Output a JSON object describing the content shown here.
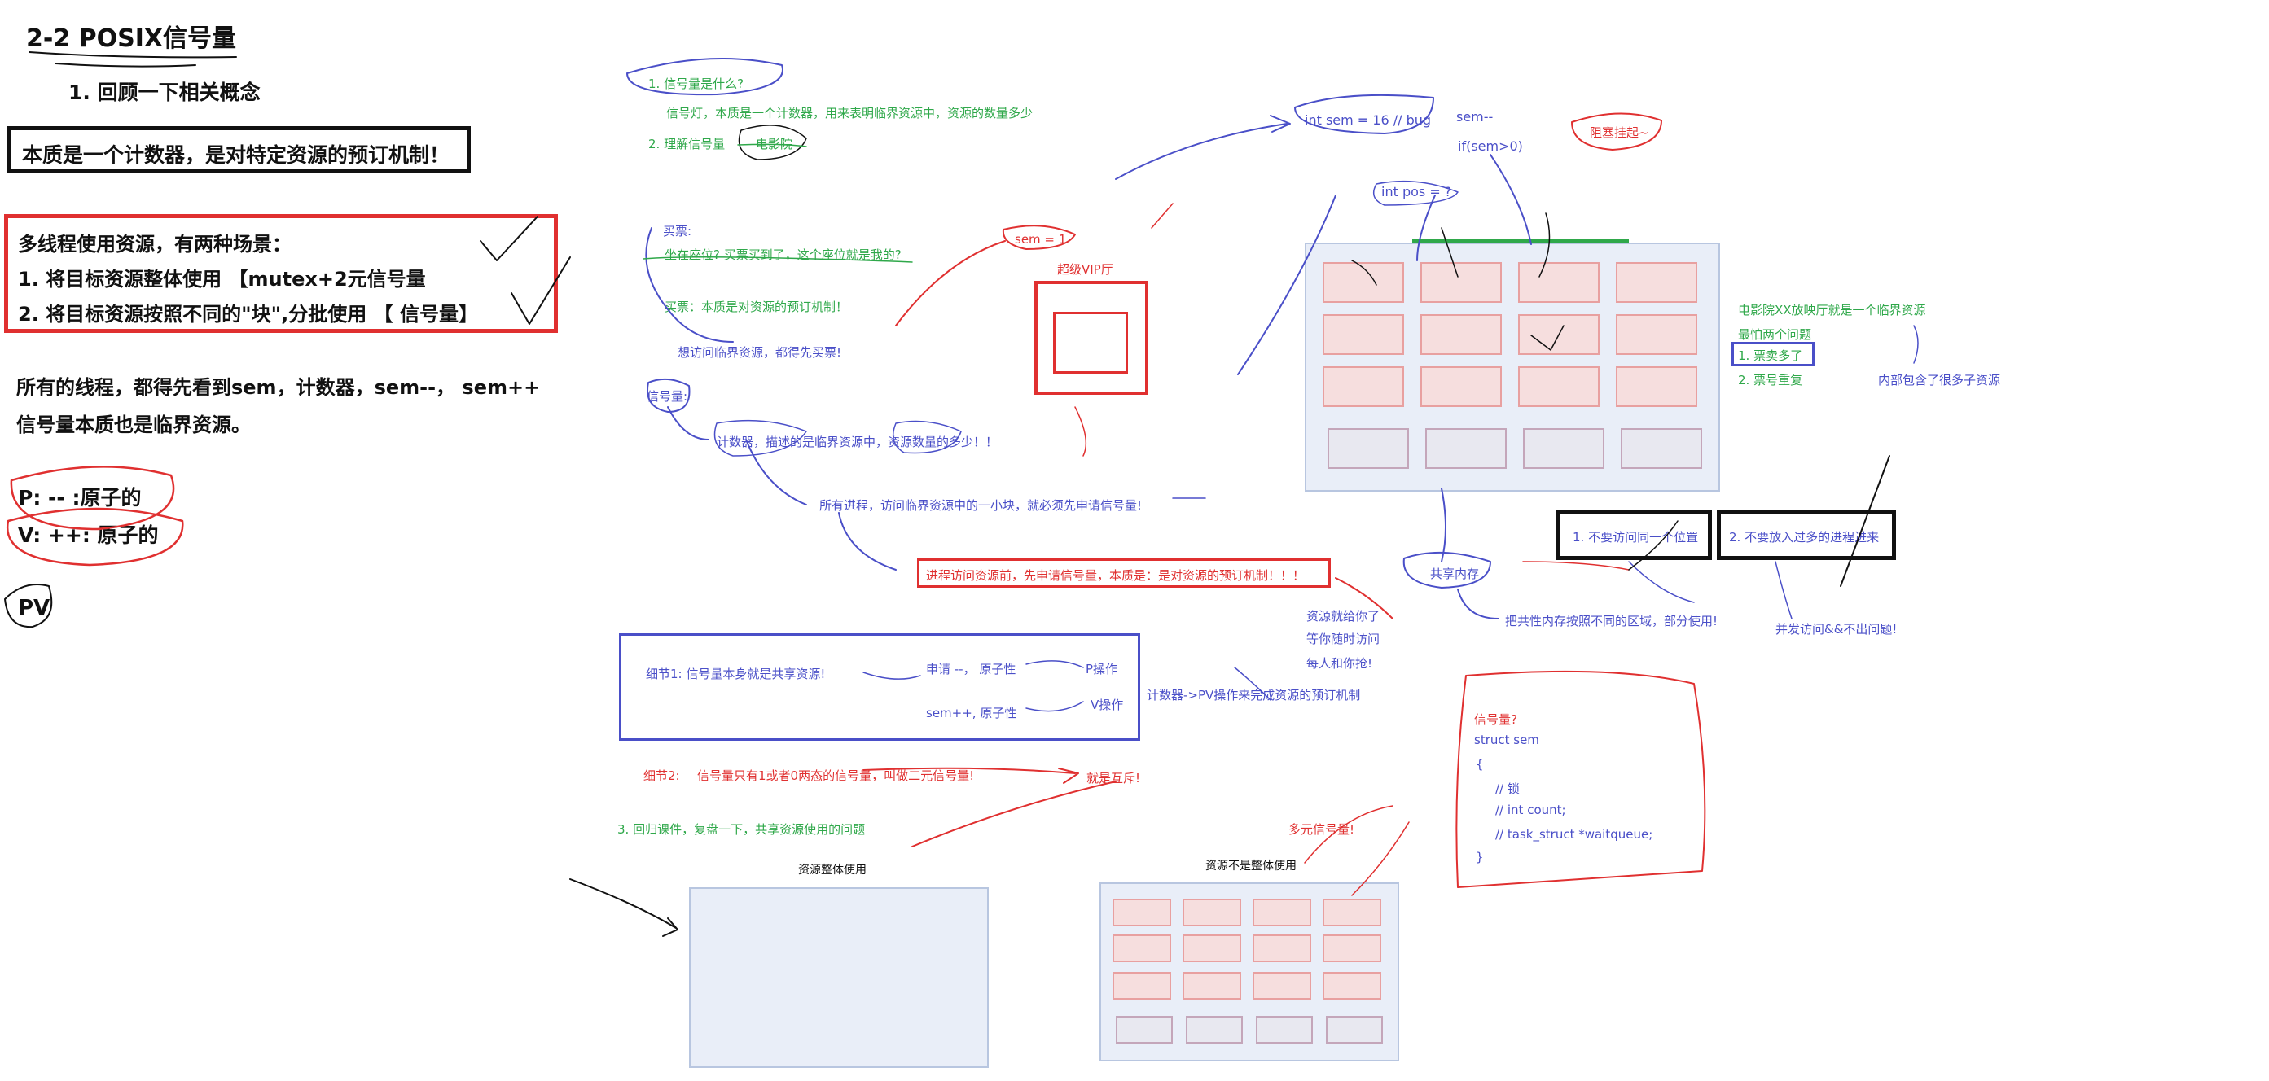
{
  "left": {
    "title": "2-2 POSIX信号量",
    "subtitle": "1. 回顾一下相关概念",
    "essence": "本质是一个计数器，是对特定资源的预订机制！",
    "scenarios_title": "多线程使用资源，有两种场景：",
    "scenario1": "1. 将目标资源整体使用 【mutex+2元信号量",
    "scenario2": "2. 将目标资源按照不同的\"块\",分批使用 【 信号量】",
    "all_threads_line1": "所有的线程，都得先看到sem，计数器，sem--， sem++",
    "all_threads_line2": "信号量本质也是临界资源。",
    "p_op": "P: -- :原子的",
    "v_op": "V: ++: 原子的",
    "pv": "PV"
  },
  "middle": {
    "q1": "1. 信号量是什么?",
    "q1_answer": "信号灯，本质是一个计数器，用来表明临界资源中，资源的数量多少",
    "q2": "2. 理解信号量",
    "cinema": "电影院",
    "buy_ticket": "买票:",
    "seat_question": "坐在座位? 买票买到了，这个座位就是我的?",
    "buy_ticket_essence": "买票：本质是对资源的预订机制！",
    "want_access": "想访问临界资源，都得先买票!",
    "semaphore_label": "信号量:",
    "counter_desc": "计数器，描述的是临界资源中，资源数量的多少！！",
    "all_process": "所有进程，访问临界资源中的一小块，就必须先申请信号量!",
    "before_access": "进程访问资源前，先申请信号量，本质是：是对资源的预订机制！！！",
    "sem_eq_1": "sem = 1",
    "vip": "超级VIP厅",
    "detail1": "细节1: 信号量本身就是共享资源!",
    "apply": "申请 --， 原子性",
    "p_op": "P操作",
    "sempp": "sem++, 原子性",
    "v_op": "V操作",
    "counter_pv": "计数器->PV操作来完成资源的预订机制",
    "detail2_label": "细节2:",
    "detail2_text": "信号量只有1或者0两态的信号量，叫做二元信号量!",
    "mutex": "就是互斥!",
    "back_course": "3. 回归课件，复盘一下，共享资源使用的问题",
    "whole_use": "资源整体使用",
    "multi_sem": "多元信号量!",
    "not_whole": "资源不是整体使用"
  },
  "right": {
    "int_sem": "int sem = 16 // bug",
    "semmm": "sem--",
    "if_sem": "if(sem>0)",
    "block": "阻塞挂起~",
    "int_pos": "int pos = ?",
    "cinema_xx": "电影院XX放映厅就是一个临界资源",
    "fear_two": "最怕两个问题",
    "oversold": "1. 票卖多了",
    "duplicate": "2. 票号重复",
    "contains_sub": "内部包含了很多子资源",
    "shared_mem": "共享内存",
    "no_same_pos": "1. 不要访问同一个位置",
    "no_many_proc": "2. 不要放入过多的进程进来",
    "split_mem": "把共性内存按照不同的区域，部分使用!",
    "concurrent": "并发访问&&不出问题!",
    "resource_yours1": "资源就给你了",
    "resource_yours2": "等你随时访问",
    "resource_yours3": "每人和你抢!",
    "code_q": "信号量?",
    "code_struct": "struct sem",
    "code_open": "{",
    "code_lock": "// 锁",
    "code_count": "// int count;",
    "code_queue": "// task_struct *waitqueue;",
    "code_close": "}"
  },
  "colors": {
    "red": "#e03030",
    "blue": "#4a4fc8",
    "green": "#2fa84a",
    "black": "#111111",
    "seat_fill": "#f6dede",
    "hall_fill": "#e9eef8"
  }
}
